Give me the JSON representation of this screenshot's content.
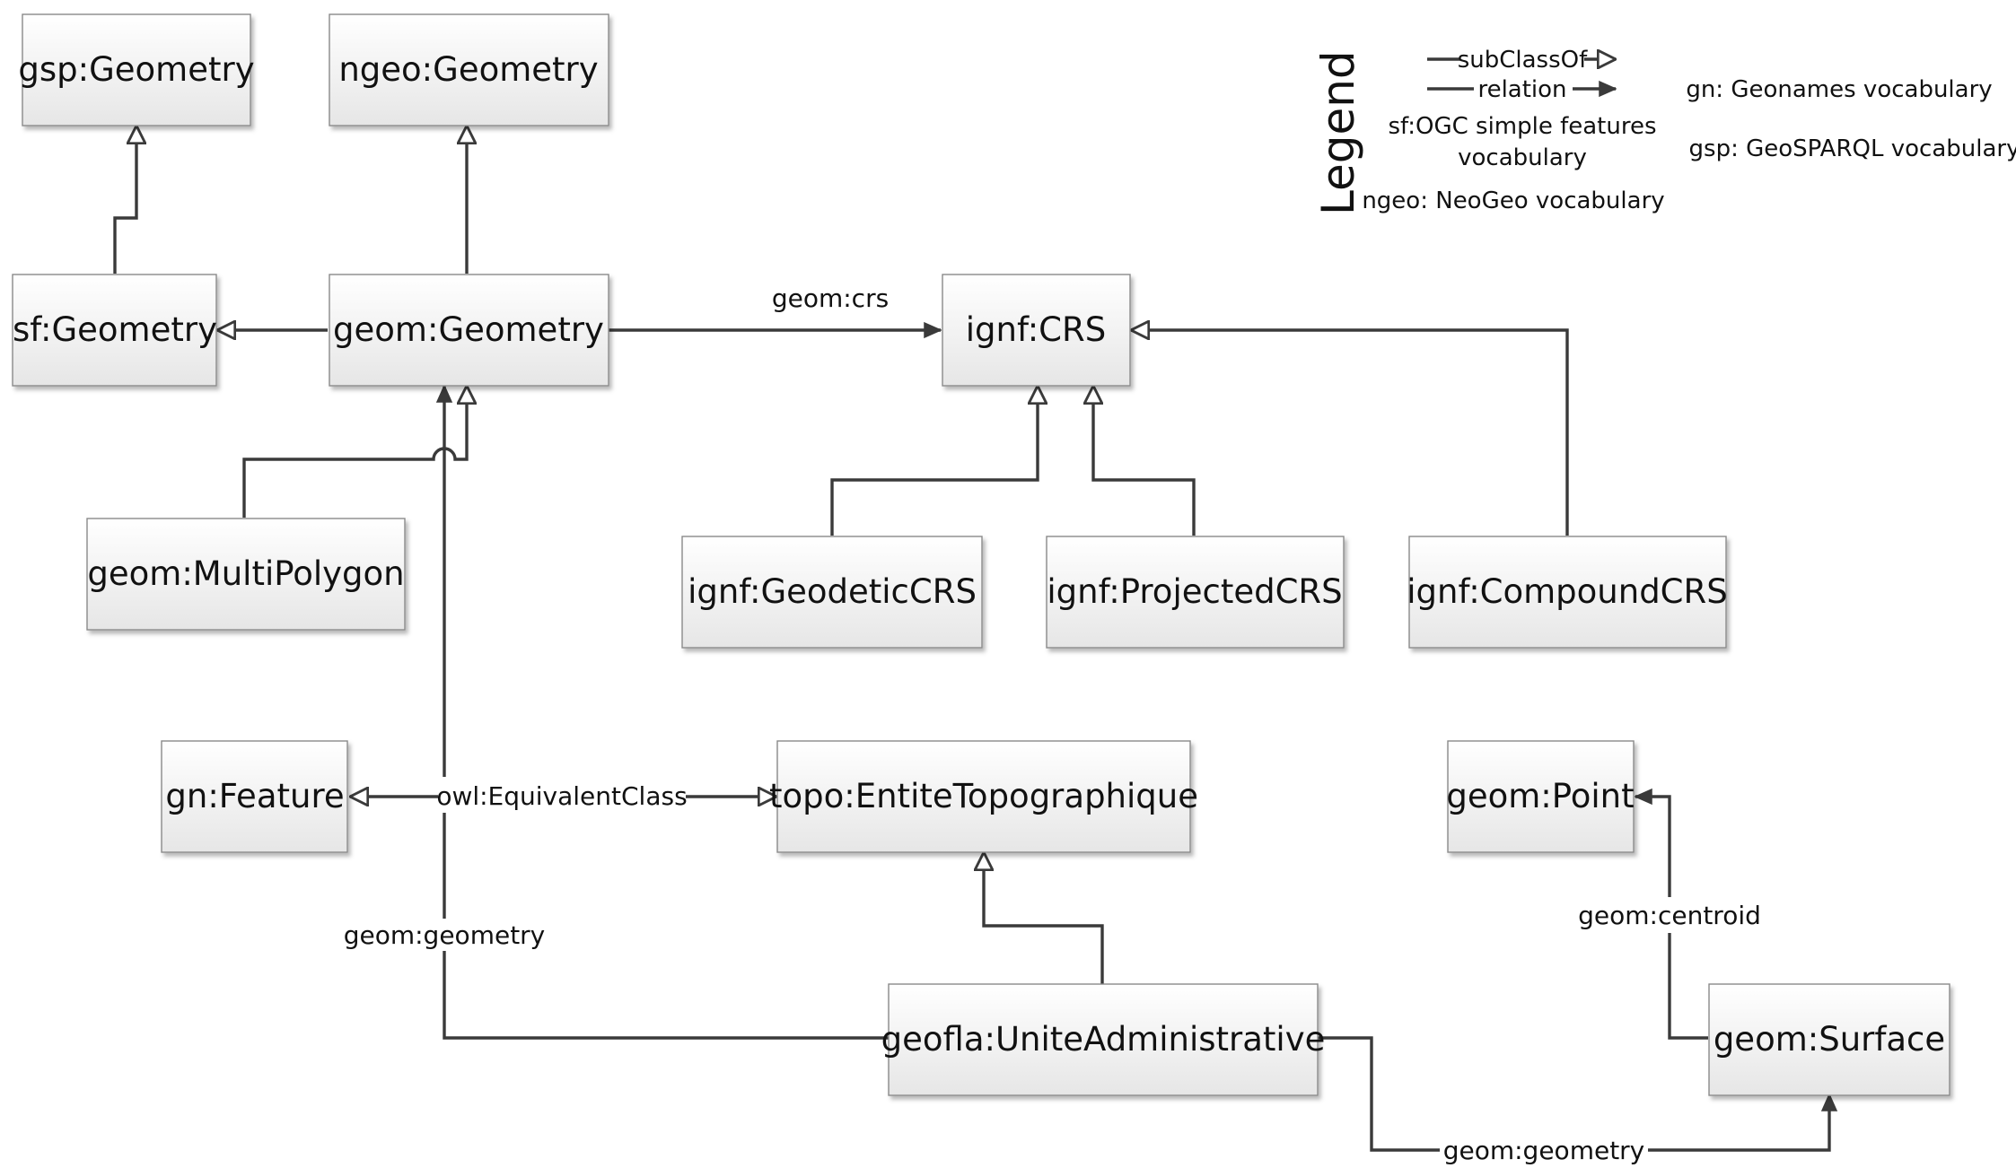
{
  "nodes": {
    "gsp_geometry": "gsp:Geometry",
    "ngeo_geometry": "ngeo:Geometry",
    "sf_geometry": "sf:Geometry",
    "geom_geometry": "geom:Geometry",
    "ignf_crs": "ignf:CRS",
    "geom_multipolygon": "geom:MultiPolygon",
    "ignf_geodeticcrs": "ignf:GeodeticCRS",
    "ignf_projectedcrs": "ignf:ProjectedCRS",
    "ignf_compoundcrs": "ignf:CompoundCRS",
    "gn_feature": "gn:Feature",
    "topo_entitetopographique": "topo:EntiteTopographique",
    "geom_point": "geom:Point",
    "geofla_uniteadministrative": "geofla:UniteAdministrative",
    "geom_surface": "geom:Surface"
  },
  "edge_labels": {
    "geom_crs": "geom:crs",
    "equivalent_class": "owl:EquivalentClass",
    "geometry_left": "geom:geometry",
    "centroid": "geom:centroid",
    "geometry_bottom": "geom:geometry"
  },
  "legend": {
    "title": "Legend",
    "subclassof": "subClassOf",
    "relation": "relation",
    "sf_line1": "sf:OGC simple features",
    "sf_line2": "vocabulary",
    "ngeo": "ngeo: NeoGeo vocabulary",
    "gn": "gn: Geonames vocabulary",
    "gsp": "gsp: GeoSPARQL vocabulary"
  }
}
